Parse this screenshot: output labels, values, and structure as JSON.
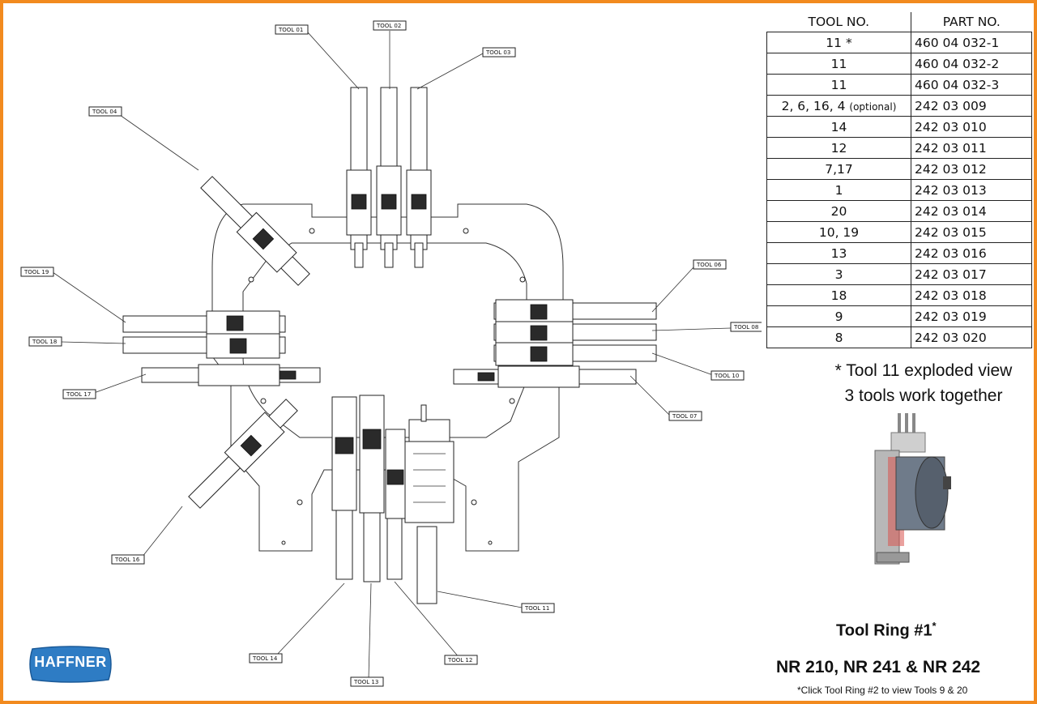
{
  "table": {
    "headers": {
      "tool_no": "TOOL NO.",
      "part_no": "PART NO."
    },
    "rows": [
      {
        "tool": "11 *",
        "tool_suffix": "",
        "part": "460 04 032-1"
      },
      {
        "tool": "11",
        "tool_suffix": "",
        "part": "460 04 032-2"
      },
      {
        "tool": "11",
        "tool_suffix": "",
        "part": "460 04 032-3"
      },
      {
        "tool": "2, 6, 16, 4",
        "tool_suffix": "(optional)",
        "part": "242 03 009"
      },
      {
        "tool": "14",
        "tool_suffix": "",
        "part": "242 03 010"
      },
      {
        "tool": "12",
        "tool_suffix": "",
        "part": "242 03 011"
      },
      {
        "tool": "7,17",
        "tool_suffix": "",
        "part": "242 03 012"
      },
      {
        "tool": "1",
        "tool_suffix": "",
        "part": "242 03 013"
      },
      {
        "tool": "20",
        "tool_suffix": "",
        "part": "242 03 014"
      },
      {
        "tool": "10, 19",
        "tool_suffix": "",
        "part": "242 03 015"
      },
      {
        "tool": "13",
        "tool_suffix": "",
        "part": "242 03 016"
      },
      {
        "tool": "3",
        "tool_suffix": "",
        "part": "242 03 017"
      },
      {
        "tool": "18",
        "tool_suffix": "",
        "part": "242 03 018"
      },
      {
        "tool": "9",
        "tool_suffix": "",
        "part": "242 03 019"
      },
      {
        "tool": "8",
        "tool_suffix": "",
        "part": "242 03 020"
      }
    ]
  },
  "note": {
    "line1": "* Tool 11 exploded view",
    "line2": "3 tools work together"
  },
  "title": {
    "main": "Tool Ring #1",
    "sup": "*"
  },
  "models": "NR 210, NR 241 & NR 242",
  "click_note": "*Click Tool Ring #2 to view Tools 9 & 20",
  "logo": {
    "text": "HAFFNER",
    "color": "#2e7cc4"
  },
  "frame_color": "#f28a1e",
  "tool_labels": {
    "t01": "TOOL 01",
    "t02": "TOOL 02",
    "t03": "TOOL 03",
    "t04": "TOOL 04",
    "t06": "TOOL 06",
    "t07": "TOOL 07",
    "t08": "TOOL 08",
    "t10": "TOOL 10",
    "t11": "TOOL 11",
    "t12": "TOOL 12",
    "t13": "TOOL 13",
    "t14": "TOOL 14",
    "t16": "TOOL 16",
    "t17": "TOOL 17",
    "t18": "TOOL 18",
    "t19": "TOOL 19"
  }
}
